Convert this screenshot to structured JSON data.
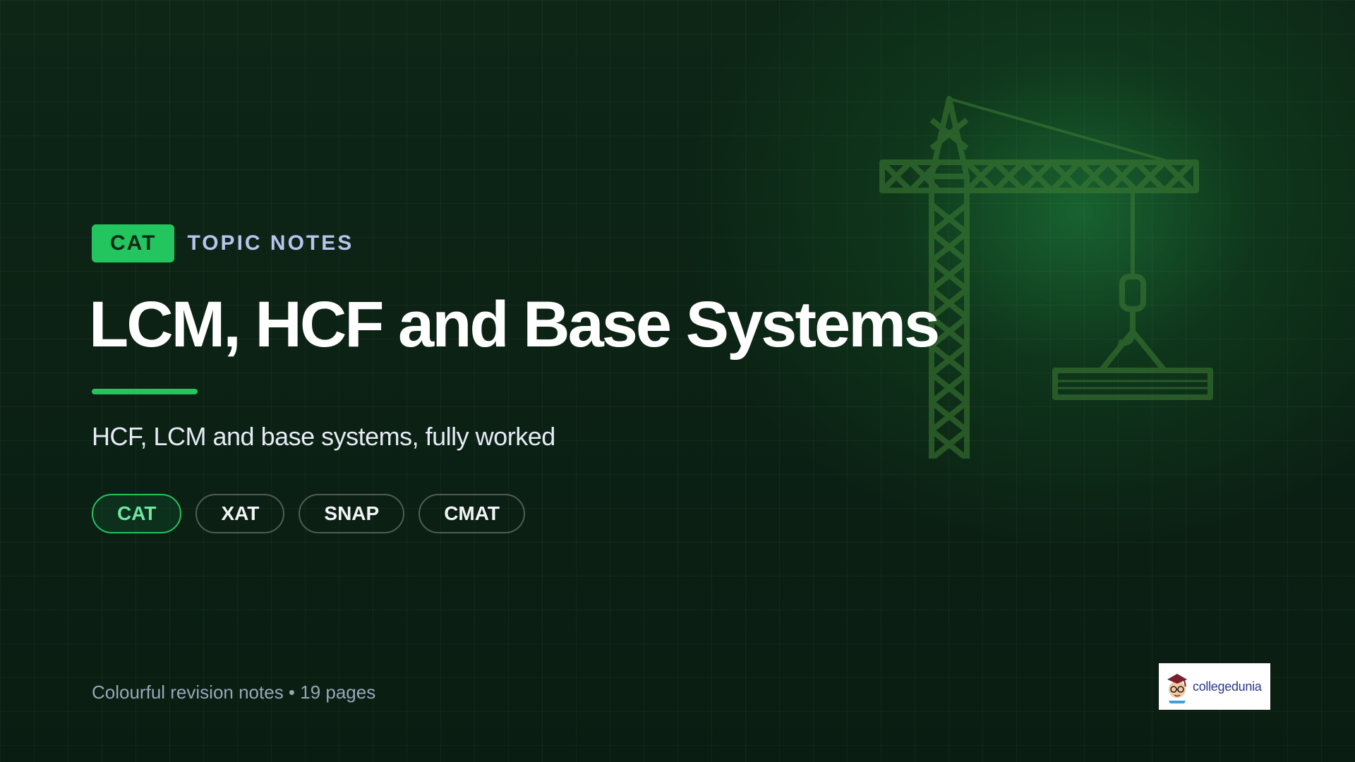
{
  "eyebrow": {
    "badge": "CAT",
    "label": "TOPIC NOTES"
  },
  "title": "LCM, HCF and Base Systems",
  "subtitle": "HCF, LCM and base systems, fully worked",
  "chips": [
    {
      "label": "CAT",
      "active": true
    },
    {
      "label": "XAT",
      "active": false
    },
    {
      "label": "SNAP",
      "active": false
    },
    {
      "label": "CMAT",
      "active": false
    }
  ],
  "footer": {
    "text": "Colourful revision notes • 19 pages"
  },
  "logo": {
    "text": "collegedunia"
  },
  "colors": {
    "accent": "#22c55e",
    "background": "#0b1d12",
    "eyebrow_label": "#b9c4ee"
  },
  "icons": {
    "illustration": "construction-crane-icon",
    "logo": "collegedunia-logo"
  }
}
